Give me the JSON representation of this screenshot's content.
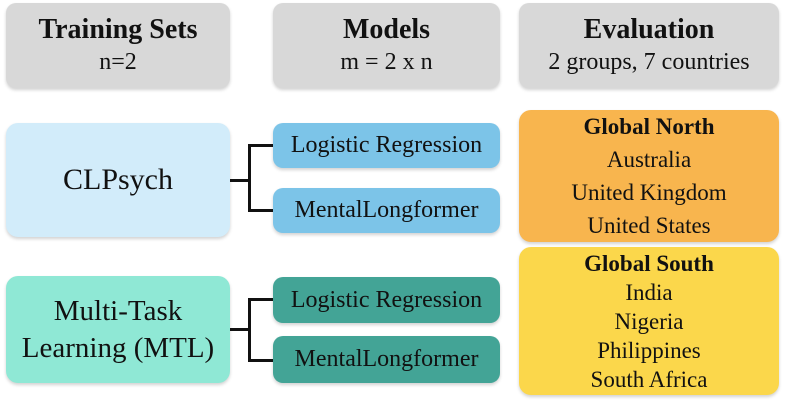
{
  "training_sets": {
    "header": {
      "title": "Training Sets",
      "subtitle": "n=2"
    },
    "items": [
      {
        "label": "CLPsych"
      },
      {
        "label": "Multi-Task Learning (MTL)"
      }
    ]
  },
  "models": {
    "header": {
      "title": "Models",
      "subtitle": "m = 2 x n"
    },
    "groups": [
      [
        "Logistic Regression",
        "MentalLongformer"
      ],
      [
        "Logistic Regression",
        "MentalLongformer"
      ]
    ]
  },
  "evaluation": {
    "header": {
      "title": "Evaluation",
      "subtitle": "2 groups, 7 countries"
    },
    "groups": [
      {
        "name": "Global North",
        "countries": [
          "Australia",
          "United Kingdom",
          "United States"
        ]
      },
      {
        "name": "Global South",
        "countries": [
          "India",
          "Nigeria",
          "Philippines",
          "South Africa"
        ]
      }
    ]
  },
  "colors": {
    "header-bg": "#d8d8d8",
    "clpsych-bg": "#d2ecfa",
    "clpsych-model-bg": "#7cc4e8",
    "mtl-bg": "#8fe8d5",
    "mtl-model-bg": "#43a496",
    "global-north-bg": "#f8b54e",
    "global-south-bg": "#fbd74b",
    "connector": "#111111",
    "text": "#111111"
  }
}
